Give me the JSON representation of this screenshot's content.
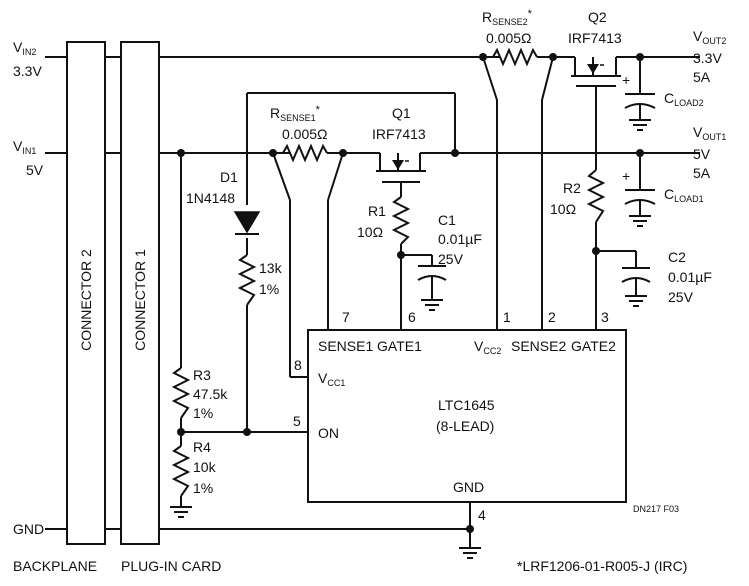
{
  "labels": {
    "vin2_name": "VIN2",
    "vin2_val": "3.3V",
    "vin1_name": "VIN1",
    "vin1_val": "5V",
    "gnd": "GND",
    "backplane": "BACKPLANE",
    "plugin_card": "PLUG-IN CARD",
    "connector2": "CONNECTOR 2",
    "connector1": "CONNECTOR 1",
    "d1_ref": "D1",
    "d1_part": "1N4148",
    "res_13k": "13k",
    "res_13k_tol": "1%",
    "r3_ref": "R3",
    "r3_val": "47.5k",
    "r3_tol": "1%",
    "r4_ref": "R4",
    "r4_val": "10k",
    "r4_tol": "1%",
    "rsense1_name": "RSENSE1*",
    "rsense1_val": "0.005Ω",
    "q1_ref": "Q1",
    "q1_part": "IRF7413",
    "r1_ref": "R1",
    "r1_val": "10Ω",
    "c1_ref": "C1",
    "c1_val": "0.01µF",
    "c1_volt": "25V",
    "rsense2_name": "RSENSE2*",
    "rsense2_val": "0.005Ω",
    "q2_ref": "Q2",
    "q2_part": "IRF7413",
    "r2_ref": "R2",
    "r2_val": "10Ω",
    "c2_ref": "C2",
    "c2_val": "0.01µF",
    "c2_volt": "25V",
    "vout2_name": "VOUT2",
    "vout2_v": "3.3V",
    "vout2_a": "5A",
    "cload2": "CLOAD2",
    "vout1_name": "VOUT1",
    "vout1_v": "5V",
    "vout1_a": "5A",
    "cload1": "CLOAD1",
    "ic_name": "LTC1645",
    "ic_pkg": "(8-LEAD)",
    "pin_sense1": "SENSE1",
    "pin_gate1": "GATE1",
    "pin_vcc2": "VCC2",
    "pin_sense2": "SENSE2",
    "pin_gate2": "GATE2",
    "pin_vcc1": "VCC1",
    "pin_on": "ON",
    "pin_gnd": "GND",
    "pin_num_7": "7",
    "pin_num_6": "6",
    "pin_num_1": "1",
    "pin_num_2": "2",
    "pin_num_3": "3",
    "pin_num_8": "8",
    "pin_num_5": "5",
    "pin_num_4": "4",
    "fig_id": "DN217 F03",
    "footnote": "*LRF1206-01-R005-J (IRC)",
    "plus": "+"
  }
}
